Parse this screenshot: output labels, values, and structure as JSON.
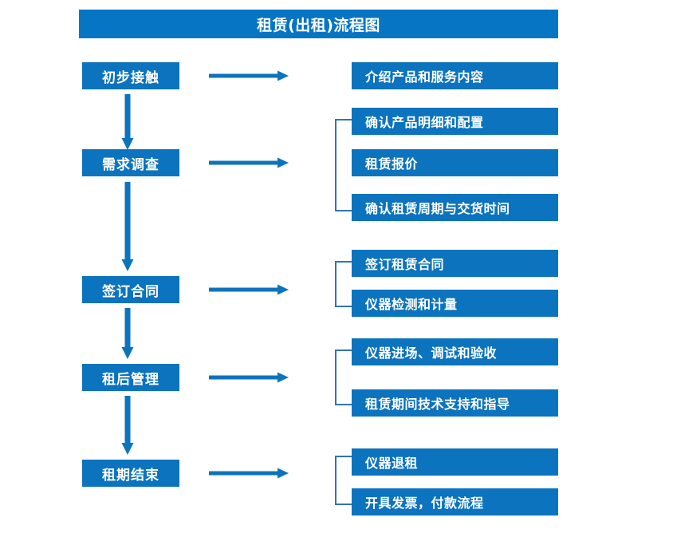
{
  "diagram": {
    "title": "租赁(出租)流程图",
    "colors": {
      "title_bar": "#0575c4",
      "box": "#0c73be",
      "arrow": "#0c73be",
      "bracket": "#2e75b6",
      "text": "#ffffff",
      "background": "#ffffff"
    },
    "stages": [
      {
        "label": "初步接触"
      },
      {
        "label": "需求调查"
      },
      {
        "label": "签订合同"
      },
      {
        "label": "租后管理"
      },
      {
        "label": "租期结束"
      }
    ],
    "detail_groups": [
      {
        "for_stage": "初步接触",
        "bracketed": false,
        "items": [
          {
            "label": "介绍产品和服务内容"
          }
        ]
      },
      {
        "for_stage": "需求调查",
        "bracketed": true,
        "items": [
          {
            "label": "确认产品明细和配置"
          },
          {
            "label": "租赁报价"
          },
          {
            "label": "确认租赁周期与交货时间"
          }
        ]
      },
      {
        "for_stage": "签订合同",
        "bracketed": true,
        "items": [
          {
            "label": "签订租赁合同"
          },
          {
            "label": "仪器检测和计量"
          }
        ]
      },
      {
        "for_stage": "租后管理",
        "bracketed": true,
        "items": [
          {
            "label": "仪器进场、调试和验收"
          },
          {
            "label": "租赁期间技术支持和指导"
          }
        ]
      },
      {
        "for_stage": "租期结束",
        "bracketed": true,
        "items": [
          {
            "label": "仪器退租"
          },
          {
            "label": "开具发票，付款流程"
          }
        ]
      }
    ]
  }
}
